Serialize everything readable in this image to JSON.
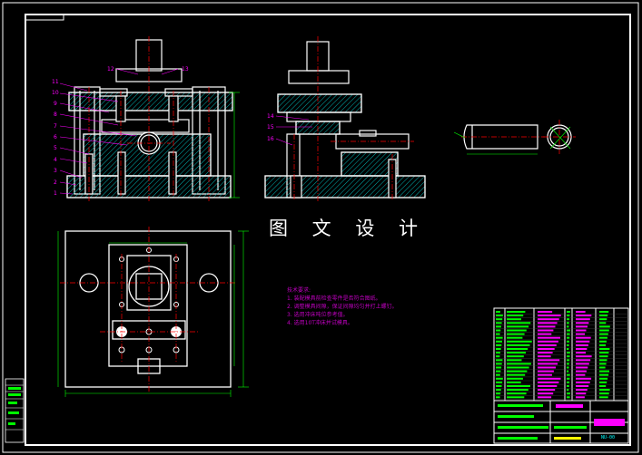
{
  "drawing": {
    "title": "图 文 设 计",
    "notes_heading": "技术要求:",
    "notes": [
      "1. 装配模具前检查零件是否符合图纸。",
      "2. 调整模具间隙，保证间隙均匀并打上螺钉。",
      "3. 选用冲床吨位参考值。",
      "4. 选用10T冲床并试模具。"
    ],
    "drawing_number": "NU-00",
    "balloons_left": [
      "11",
      "10",
      "9",
      "8",
      "7",
      "6",
      "5",
      "4",
      "3",
      "2",
      "1"
    ],
    "balloons_top": [
      "12",
      "13"
    ],
    "balloons_mid": [
      "14",
      "15",
      "16"
    ]
  },
  "colors": {
    "frame": "#ffffff",
    "outline": "#ffffff",
    "hatch": "#00c0c0",
    "centerline": "#ff0000",
    "leader": "#ff00ff",
    "dimension": "#00ff00",
    "green": "#00ff00",
    "yellow": "#ffff00",
    "magenta": "#ff00ff"
  }
}
